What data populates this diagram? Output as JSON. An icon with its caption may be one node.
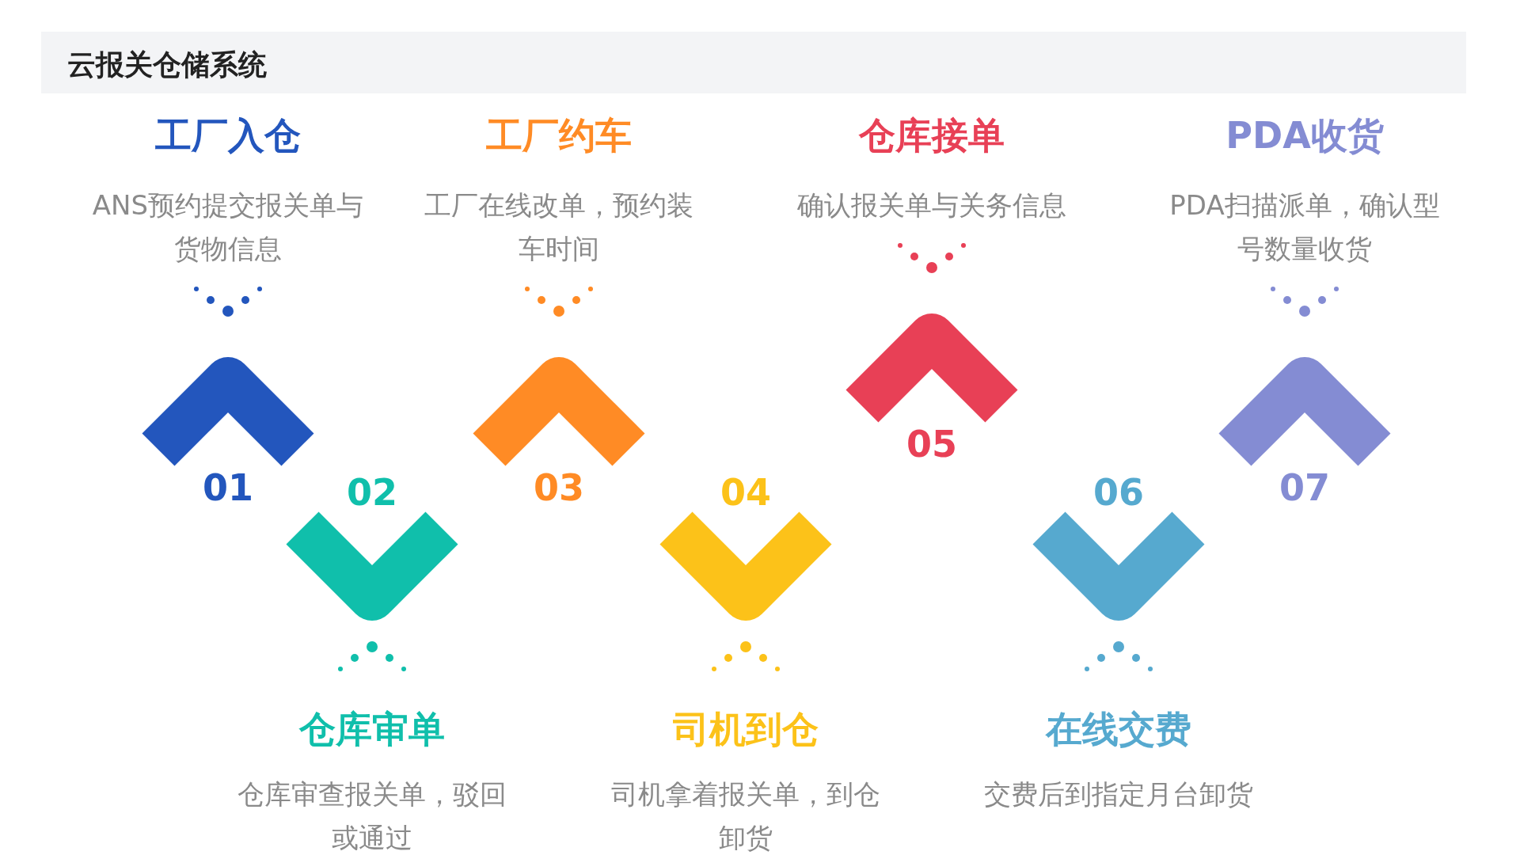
{
  "diagram": {
    "title": "云报关仓储系统",
    "nodes": [
      {
        "text": [
          "工厂入仓",
          "ANS预约提交报关单与货物信息"
        ],
        "beside": [
          "01"
        ]
      },
      {
        "text": [
          "仓库审单",
          "仓库审查报关单，驳回或通过"
        ],
        "beside": [
          "02"
        ]
      },
      {
        "text": [
          "工厂约车",
          "工厂在线改单，预约装车时间"
        ],
        "beside": [
          "03"
        ]
      },
      {
        "text": [
          "司机到仓",
          "司机拿着报关单，到仓卸货"
        ],
        "beside": [
          "04"
        ]
      },
      {
        "text": [
          "仓库接单",
          "确认报关单与关务信息"
        ],
        "beside": [
          "05"
        ]
      },
      {
        "text": [
          "在线交费",
          "交费后到指定月台卸货"
        ],
        "beside": [
          "06"
        ]
      },
      {
        "text": [
          "PDA收货",
          "PDA扫描派单，确认型号数量收货"
        ],
        "beside": [
          "07"
        ]
      }
    ]
  }
}
